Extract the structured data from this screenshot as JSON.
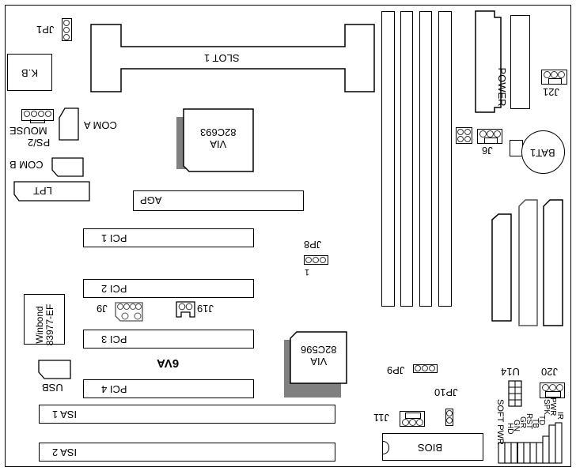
{
  "board": {
    "model": "6VA",
    "orientation_note": "labels rendered upside down"
  },
  "components": {
    "cpu_slot": "SLOT 1",
    "agp": "AGP",
    "pci": [
      "PCI 1",
      "PCI 2",
      "PCI 3",
      "PCI 4"
    ],
    "isa": [
      "ISA 1",
      "ISA 2"
    ],
    "north_bridge": {
      "line1": "VIA",
      "line2": "82C693"
    },
    "south_bridge": {
      "line1": "VIA",
      "line2": "82C596"
    },
    "super_io": {
      "line1": "Winbond",
      "line2": "83977-EF"
    },
    "power": "POWER",
    "battery": "BAT1",
    "bios": "BIOS",
    "keyboard": "K.B",
    "com_a": "COM A",
    "com_b": "COM B",
    "lpt": "LPT",
    "ps2_line1": "PS/2",
    "ps2_line2": "MOUSE",
    "usb": "USB",
    "u14": "U14"
  },
  "jumpers": {
    "jp1": "JP1",
    "jp8": "JP8",
    "jp8_pin1": "1",
    "jp9": "JP9",
    "jp10": "JP10",
    "j6": "J6",
    "j9": "J9",
    "j11": "J11",
    "j19": "J19",
    "j20": "J20",
    "j21": "J21"
  },
  "front_panel": {
    "soft_pwr": "SOFT PWR",
    "labels": [
      "HD",
      "GN",
      "GR",
      "RST",
      "TB",
      "TD",
      "SPK",
      "PWR",
      "IR"
    ]
  }
}
